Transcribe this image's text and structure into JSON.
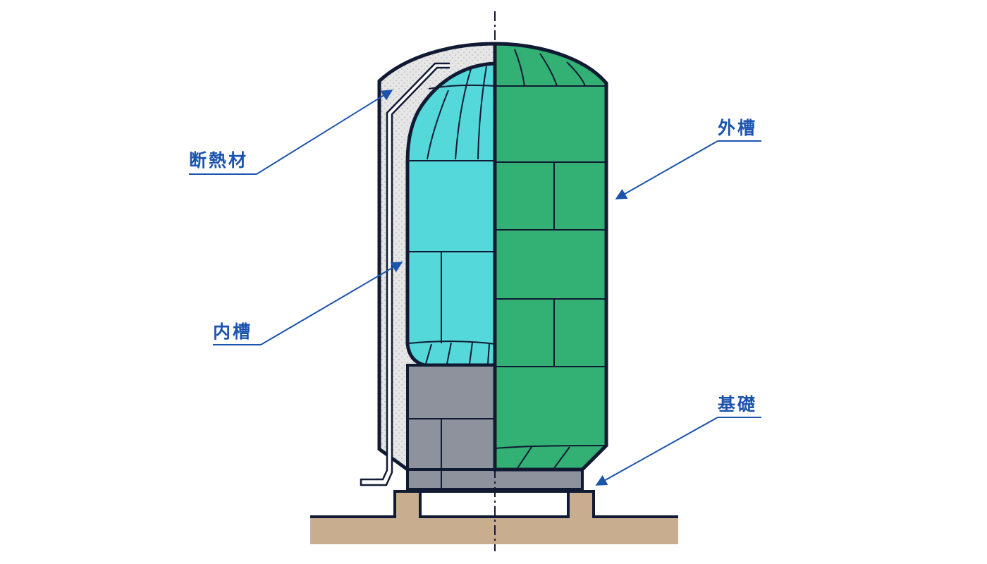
{
  "labels": {
    "insulation": "断熱材",
    "outer_tank": "外槽",
    "inner_tank": "内槽",
    "foundation": "基礎"
  },
  "colors": {
    "outline": "#111a33",
    "inner_tank": "#55d8d9",
    "outer_tank": "#33b074",
    "foundation_block": "#8e929c",
    "ground": "#c8ad8f",
    "insulation": "#e5e5e5",
    "label": "#1c54ad"
  }
}
